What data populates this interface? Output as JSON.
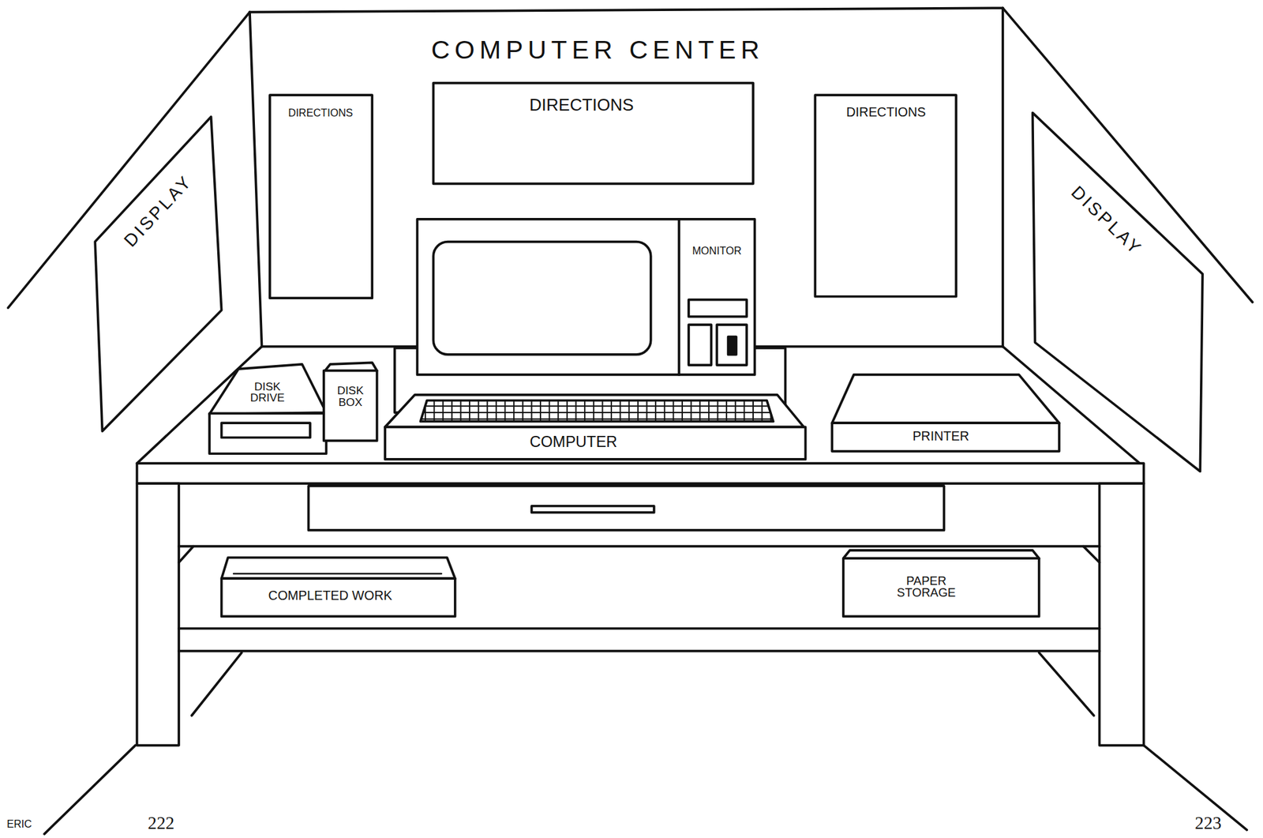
{
  "diagram": {
    "title": "COMPUTER CENTER",
    "nodes": [
      {
        "text": [
          "DIRECTIONS"
        ]
      },
      {
        "text": [
          "DIRECTIONS"
        ]
      },
      {
        "text": [
          "DIRECTIONS"
        ]
      },
      {
        "text": [
          "DISPLAY"
        ]
      },
      {
        "text": [
          "MONITOR"
        ]
      },
      {
        "text": [
          "DISPLAY"
        ]
      },
      {
        "text": [
          "DISK DRIVE"
        ]
      },
      {
        "text": [
          "DISK BOX"
        ]
      },
      {
        "text": [
          "COMPUTER"
        ]
      },
      {
        "text": [
          "PRINTER"
        ]
      },
      {
        "text": [
          "COMPLETED WORK"
        ]
      },
      {
        "text": [
          "PAPER STORAGE"
        ]
      }
    ],
    "labels": [
      "222",
      "223",
      "ERIC"
    ]
  }
}
